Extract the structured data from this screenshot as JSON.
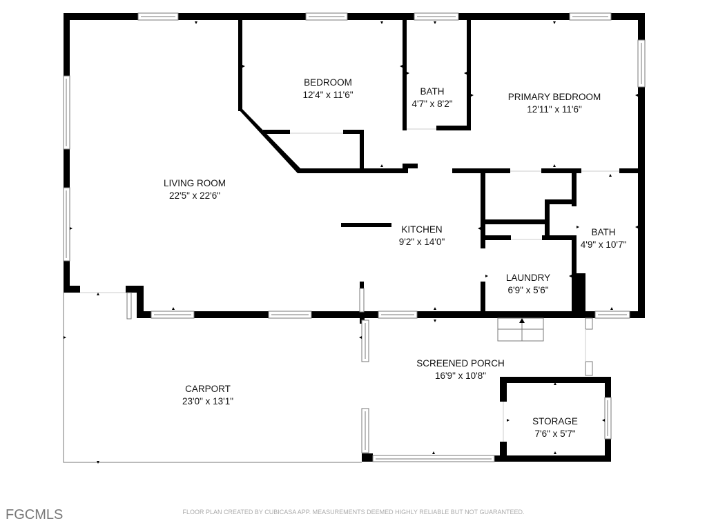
{
  "rooms": {
    "living_room": {
      "name": "LIVING ROOM",
      "dims": "22'5\" x 22'6\""
    },
    "bedroom": {
      "name": "BEDROOM",
      "dims": "12'4\" x 11'6\""
    },
    "bath_1": {
      "name": "BATH",
      "dims": "4'7\" x 8'2\""
    },
    "primary_bedroom": {
      "name": "PRIMARY BEDROOM",
      "dims": "12'11\" x 11'6\""
    },
    "kitchen": {
      "name": "KITCHEN",
      "dims": "9'2\" x 14'0\""
    },
    "bath_2": {
      "name": "BATH",
      "dims": "4'9\" x 10'7\""
    },
    "laundry": {
      "name": "LAUNDRY",
      "dims": "6'9\" x 5'6\""
    },
    "carport": {
      "name": "CARPORT",
      "dims": "23'0\" x 13'1\""
    },
    "screened_porch": {
      "name": "SCREENED PORCH",
      "dims": "16'9\" x 10'8\""
    },
    "storage": {
      "name": "STORAGE",
      "dims": "7'6\" x 5'7\""
    }
  },
  "footer": {
    "logo": "FGCMLS",
    "disclaimer": "FLOOR PLAN CREATED BY CUBICASA APP. MEASUREMENTS DEEMED HIGHLY RELIABLE BUT NOT GUARANTEED."
  },
  "colors": {
    "wall": "#000000",
    "background": "#ffffff",
    "footer_text": "#aaaaaa",
    "logo": "#777777"
  }
}
